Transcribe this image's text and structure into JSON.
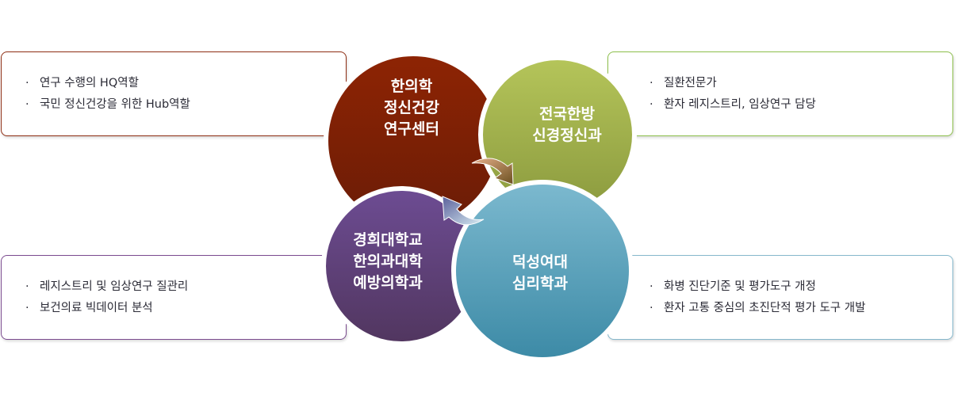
{
  "boxes": [
    {
      "items": [
        "연구 수행의 HQ역할",
        "국민 정신건강을 위한 Hub역할"
      ]
    },
    {
      "items": [
        "질환전문가",
        "환자 레지스트리, 임상연구 담당"
      ]
    },
    {
      "items": [
        "레지스트리 및 임상연구 질관리",
        "보건의료 빅데이터 분석"
      ]
    },
    {
      "items": [
        "화병 진단기준 및 평가도구 개정",
        "환자 고통 중심의 초진단적 평가 도구 개발"
      ]
    }
  ],
  "bullet": "·",
  "circles": [
    {
      "lines": [
        "한의학",
        "정신건강",
        "연구센터"
      ],
      "color": "#7f2008"
    },
    {
      "lines": [
        "전국한방",
        "신경정신과"
      ],
      "color": "#a6b44e"
    },
    {
      "lines": [
        "경희대학교",
        "한의과대학",
        "예방의학과"
      ],
      "color": "#5f3f7a"
    },
    {
      "lines": [
        "덕성여대",
        "심리학과"
      ],
      "color": "#5aa6c0"
    }
  ]
}
